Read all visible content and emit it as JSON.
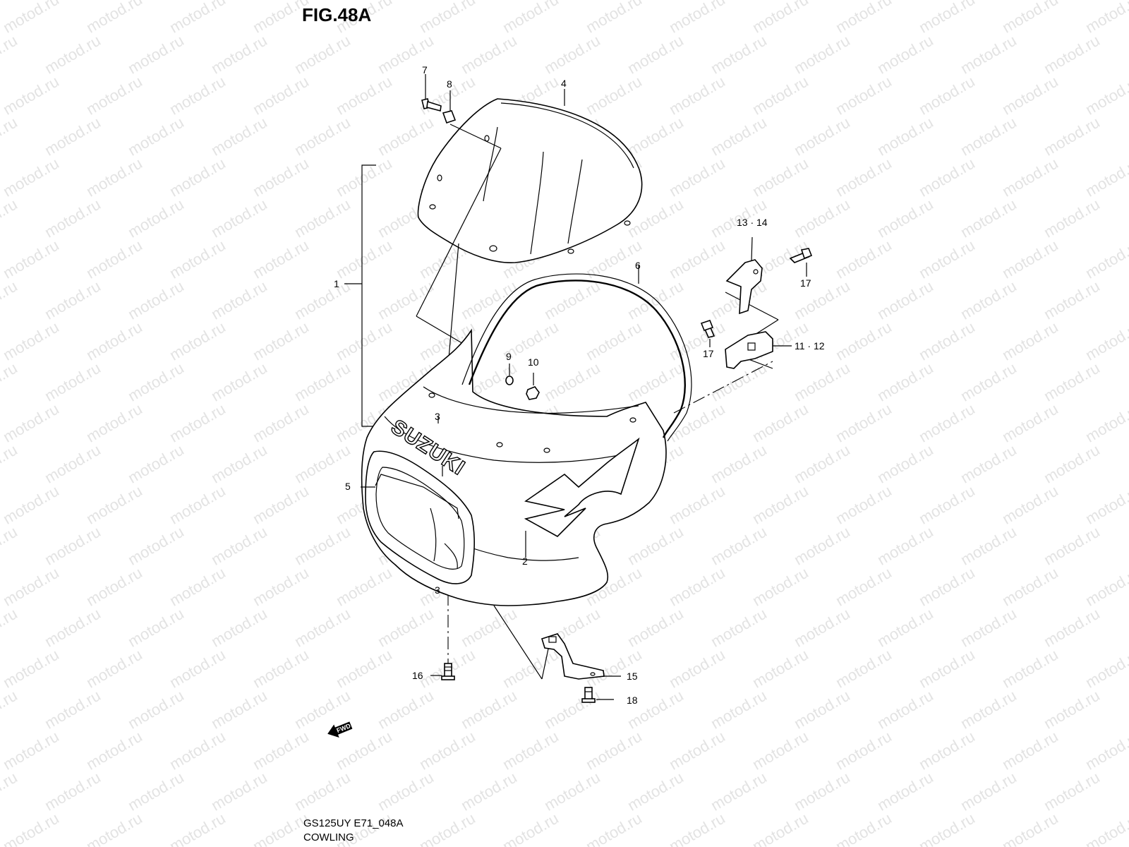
{
  "figure": {
    "title": "FIG.48A",
    "model_code": "GS125UY E71_048A",
    "section_name": "COWLING"
  },
  "watermark": {
    "text": "motod.ru",
    "color": "#e3e3e3"
  },
  "logo": {
    "text": "SUZUKI"
  },
  "direction_badge": {
    "text": "FWD",
    "icon": "fwd-arrow-icon"
  },
  "callouts": [
    {
      "key": "c1",
      "label": "1"
    },
    {
      "key": "c2",
      "label": "2"
    },
    {
      "key": "c3a",
      "label": "3"
    },
    {
      "key": "c3b",
      "label": "3"
    },
    {
      "key": "c4",
      "label": "4"
    },
    {
      "key": "c5",
      "label": "5"
    },
    {
      "key": "c6",
      "label": "6"
    },
    {
      "key": "c7",
      "label": "7"
    },
    {
      "key": "c8",
      "label": "8"
    },
    {
      "key": "c9",
      "label": "9"
    },
    {
      "key": "c10",
      "label": "10"
    },
    {
      "key": "c11",
      "label": "11 · 12"
    },
    {
      "key": "c13",
      "label": "13 · 14"
    },
    {
      "key": "c15",
      "label": "15"
    },
    {
      "key": "c16",
      "label": "16"
    },
    {
      "key": "c17a",
      "label": "17"
    },
    {
      "key": "c17b",
      "label": "17"
    },
    {
      "key": "c18",
      "label": "18"
    }
  ]
}
